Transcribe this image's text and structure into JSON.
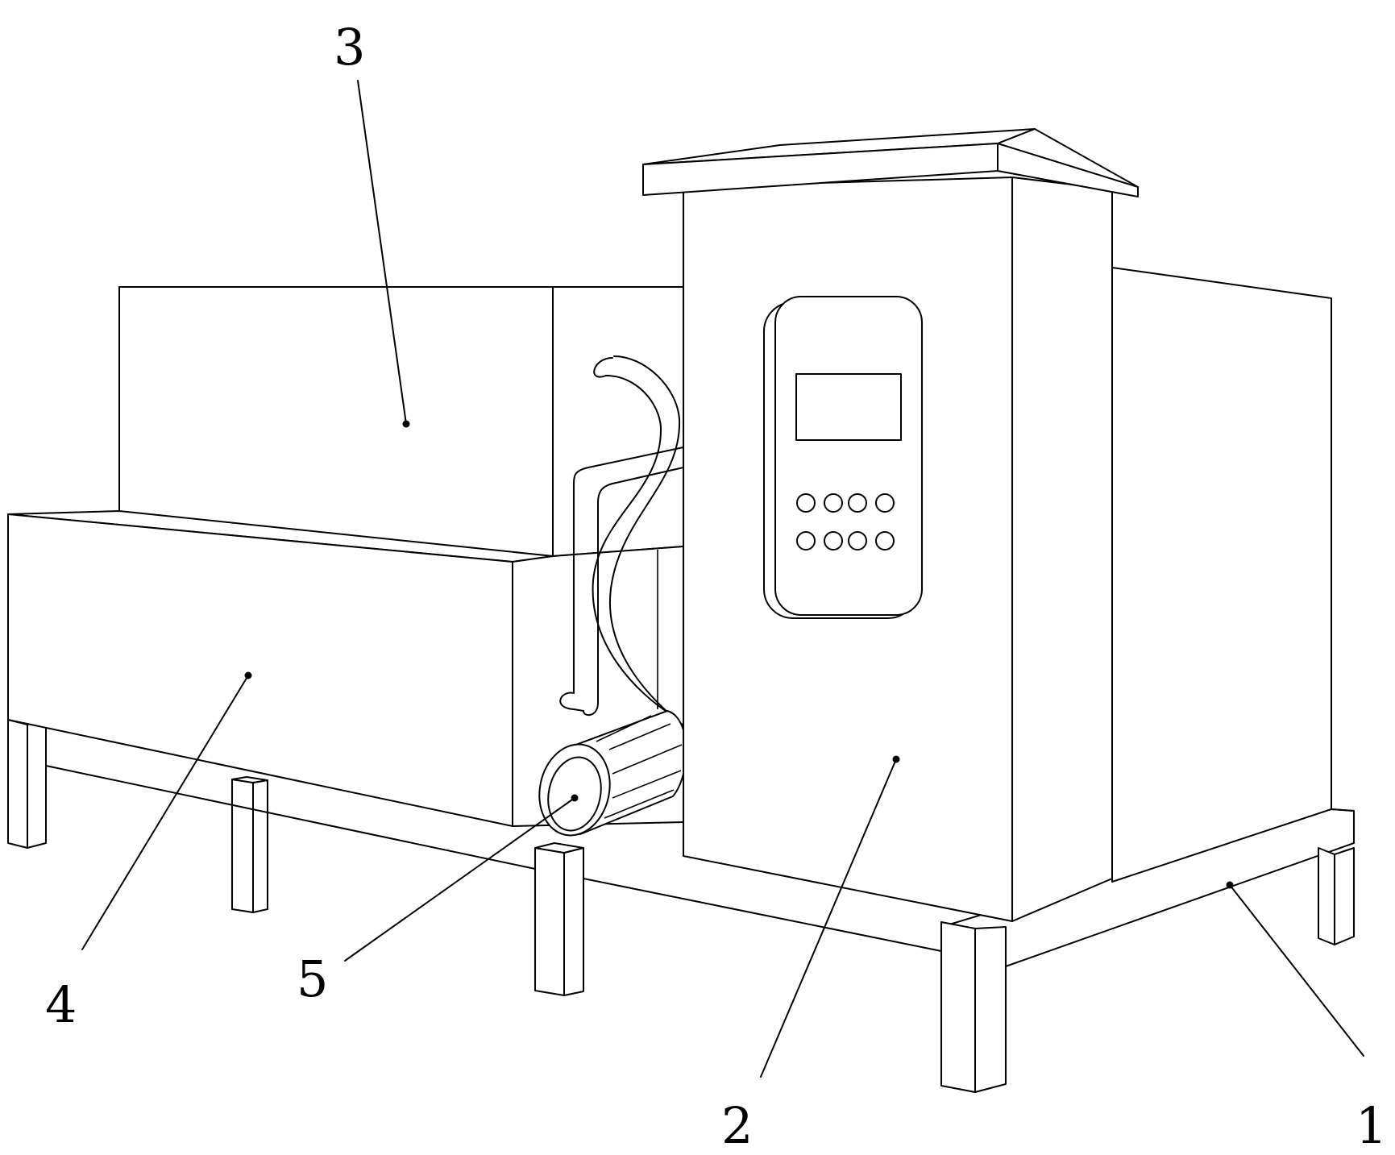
{
  "figure": {
    "labels": {
      "base_frame": "1",
      "control_cabinet": "2",
      "upper_tank": "3",
      "lower_tank": "4",
      "roller": "5"
    },
    "control_panel": {
      "button_count": 8
    }
  }
}
